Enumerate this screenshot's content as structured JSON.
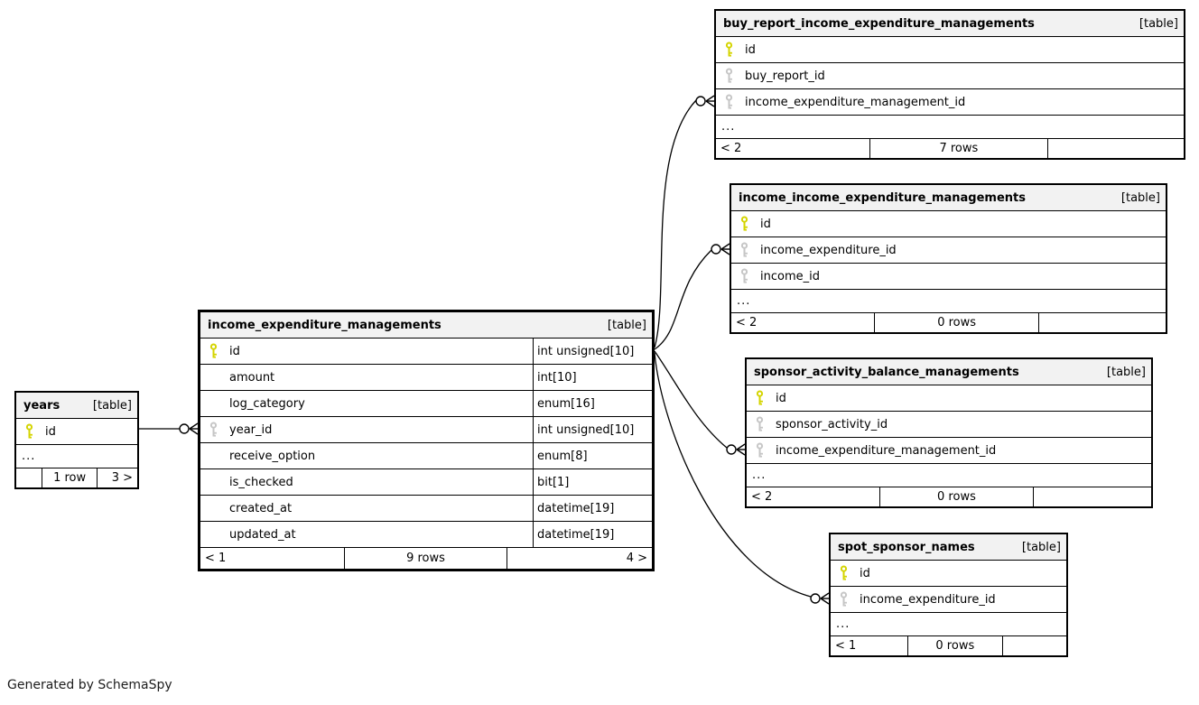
{
  "note": "Generated by SchemaSpy",
  "colors": {
    "header_bg": "#f2f2f2",
    "body_bg": "#ffffff",
    "border": "#000000",
    "pk_key_color": "#d4d400",
    "fk_key_color": "#c6c6c6"
  },
  "tables": [
    {
      "name": "buy_report_income_expenditure_managements",
      "badge": "[table]",
      "columns": [
        {
          "name": "id",
          "key": "pk"
        },
        {
          "name": "buy_report_id",
          "key": "fk"
        },
        {
          "name": "income_expenditure_management_id",
          "key": "fk"
        }
      ],
      "ellipsis": "...",
      "footer": {
        "left": "< 2",
        "center": "7 rows",
        "right": ""
      }
    },
    {
      "name": "income_income_expenditure_managements",
      "badge": "[table]",
      "columns": [
        {
          "name": "id",
          "key": "pk"
        },
        {
          "name": "income_expenditure_id",
          "key": "fk"
        },
        {
          "name": "income_id",
          "key": "fk"
        }
      ],
      "ellipsis": "...",
      "footer": {
        "left": "< 2",
        "center": "0 rows",
        "right": ""
      }
    },
    {
      "name": "sponsor_activity_balance_managements",
      "badge": "[table]",
      "columns": [
        {
          "name": "id",
          "key": "pk"
        },
        {
          "name": "sponsor_activity_id",
          "key": "fk"
        },
        {
          "name": "income_expenditure_management_id",
          "key": "fk"
        }
      ],
      "ellipsis": "...",
      "footer": {
        "left": "< 2",
        "center": "0 rows",
        "right": ""
      }
    },
    {
      "name": "spot_sponsor_names",
      "badge": "[table]",
      "columns": [
        {
          "name": "id",
          "key": "pk"
        },
        {
          "name": "income_expenditure_id",
          "key": "fk"
        }
      ],
      "ellipsis": "...",
      "footer": {
        "left": "< 1",
        "center": "0 rows",
        "right": ""
      }
    },
    {
      "name": "income_expenditure_managements",
      "badge": "[table]",
      "focal": true,
      "columns": [
        {
          "name": "id",
          "key": "pk",
          "type": "int unsigned[10]"
        },
        {
          "name": "amount",
          "type": "int[10]"
        },
        {
          "name": "log_category",
          "type": "enum[16]"
        },
        {
          "name": "year_id",
          "key": "fk",
          "type": "int unsigned[10]"
        },
        {
          "name": "receive_option",
          "type": "enum[8]"
        },
        {
          "name": "is_checked",
          "type": "bit[1]"
        },
        {
          "name": "created_at",
          "type": "datetime[19]"
        },
        {
          "name": "updated_at",
          "type": "datetime[19]"
        }
      ],
      "footer": {
        "left": "< 1",
        "center": "9 rows",
        "right": "4 >"
      }
    },
    {
      "name": "years",
      "badge": "[table]",
      "columns": [
        {
          "name": "id",
          "key": "pk"
        }
      ],
      "ellipsis": "...",
      "footer": {
        "left": "",
        "center": "1 row",
        "right": "3 >"
      }
    }
  ],
  "relationships": [
    {
      "from": "years.id",
      "to": "income_expenditure_managements.year_id"
    },
    {
      "from": "income_expenditure_managements.id",
      "to": "buy_report_income_expenditure_managements.income_expenditure_management_id"
    },
    {
      "from": "income_expenditure_managements.id",
      "to": "income_income_expenditure_managements.income_expenditure_id"
    },
    {
      "from": "income_expenditure_managements.id",
      "to": "sponsor_activity_balance_managements.income_expenditure_management_id"
    },
    {
      "from": "income_expenditure_managements.id",
      "to": "spot_sponsor_names.income_expenditure_id"
    }
  ]
}
